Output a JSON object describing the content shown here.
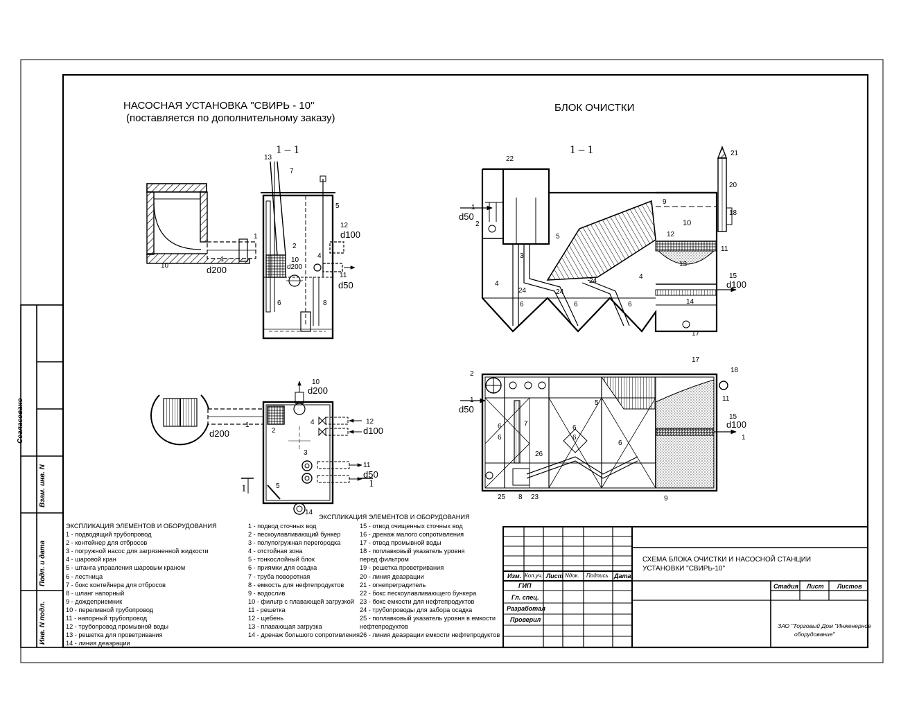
{
  "titles": {
    "pump": "НАСОСНАЯ УСТАНОВКА  \"СВИРЬ - 10\"",
    "pump_sub": "(поставляется по дополнительному заказу)",
    "block": "БЛОК ОЧИСТКИ",
    "section": "1 – 1"
  },
  "side_stamp": [
    "Согласовано",
    "Взам. инв. N",
    "Подп. и дата",
    "Инв. N подл."
  ],
  "pump_labels": {
    "n1": "1",
    "n2": "2",
    "n3": "3",
    "n4": "4",
    "n5": "5",
    "n6": "6",
    "n7": "7",
    "n8": "8",
    "n10": "10",
    "n11": "11",
    "n12": "12",
    "n13": "13",
    "n14": "14",
    "d200": "d200",
    "d100": "d100",
    "d50": "d50",
    "sec1": "1"
  },
  "block_labels": {
    "n1": "1",
    "n2": "2",
    "n3": "3",
    "n4": "4",
    "n5": "5",
    "n6": "6",
    "n7": "7",
    "n8": "8",
    "n9": "9",
    "n10": "10",
    "n11": "11",
    "n12": "12",
    "n13": "13",
    "n14": "14",
    "n15": "15",
    "n17": "17",
    "n18": "18",
    "n20": "20",
    "n21": "21",
    "n22": "22",
    "n23": "23",
    "n24": "24",
    "n25": "25",
    "n26": "26",
    "d50": "d50",
    "d100": "d100"
  },
  "legend_left": {
    "heading": "ЭКСПЛИКАЦИЯ ЭЛЕМЕНТОВ И ОБОРУДОВАНИЯ",
    "items": [
      "1 - подводящий трубопровод",
      "2 - контейнер для отбросов",
      "3 - погружной насос для загрязненной жидкости",
      "4 - шаровой кран",
      "5 - штанга управления шаровым краном",
      "6 - лестница",
      "7 - бокс контейнера для отбросов",
      "8 - шланг напорный",
      "9 - дождеприемник",
      "10 - переливной трубопровод",
      "11 - напорный трубопровод",
      "12 - трубопровод промывной воды",
      "13 - решетка для  проветривания",
      "14 - линия деаэрации"
    ]
  },
  "legend_right": {
    "heading": "ЭКСПЛИКАЦИЯ ЭЛЕМЕНТОВ И ОБОРУДОВАНИЯ",
    "col1": [
      "1 - подвод сточных вод",
      "2 - пескоулавливающий бункер",
      "3 - полупогружная перегородка",
      "4 - отстойная зона",
      "5 - тонкослойный блок",
      "6 - приямки для осадка",
      "7 - труба поворотная",
      "8 - емкость для нефтепродуктов",
      "9 - водослив",
      "10 - фильтр с плавающей загрузкой",
      "11 - решетка",
      "12 - щебень",
      "13 - плавающая загрузка",
      "14 - дренаж большого сопротивления"
    ],
    "col2": [
      "15 - отвод очищенных сточных вод",
      "16 - дренаж малого сопротивления",
      "17 - отвод промывной воды",
      "18 - поплавковый указатель уровня",
      "      перед фильтром",
      "19 - решетка проветривания",
      "20 - линия деаэрации",
      "21 - огнепреградитель",
      "22 - бокс пескоулавливающего бункера",
      "23 - бокс емкости для нефтепродуктов",
      "24 -  трубопроводы для забора осадка",
      "25 - поплавковый указатель уровня в емкости",
      "      нефтепродуктов",
      "26 - линия деаэрации емкости нефтепродуктов"
    ]
  },
  "title_block": {
    "col_headers": [
      "Изм.",
      "Кол.уч.",
      "Лист",
      "Nдок.",
      "Подпись",
      "Дата"
    ],
    "roles": [
      "ГИП",
      "Гл. спец.",
      "Разработал",
      "Проверил"
    ],
    "doc_title_1": "СХЕМА БЛОКА ОЧИСТКИ И НАСОСНОЙ СТАНЦИИ",
    "doc_title_2": "УСТАНОВКИ \"СВИРЬ-10\"",
    "stage_headers": [
      "Стадия",
      "Лист",
      "Листов"
    ],
    "org_1": "ЗАО \"Торговый Дом \"Инженерное",
    "org_2": "оборудование\""
  }
}
